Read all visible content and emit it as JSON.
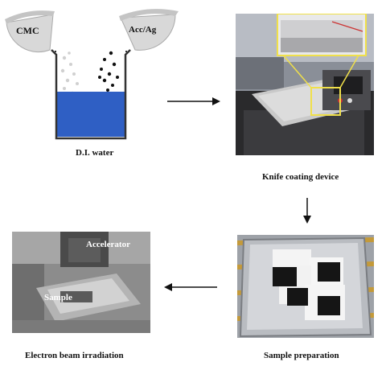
{
  "figure": {
    "reagent_left": "CMC",
    "reagent_right": "Acc/Ag",
    "steps": [
      {
        "caption": "D.I. water"
      },
      {
        "caption": "Knife coating device"
      },
      {
        "caption": "Sample preparation"
      },
      {
        "caption": "Electron beam irradiation"
      }
    ],
    "photo_labels": {
      "accelerator": "Accelerator",
      "sample": "Sample"
    }
  },
  "colors": {
    "water": "#2f5fc4",
    "cup": "#d9d9d9",
    "highlight": "#f0e04a",
    "arrow": "#111111"
  }
}
